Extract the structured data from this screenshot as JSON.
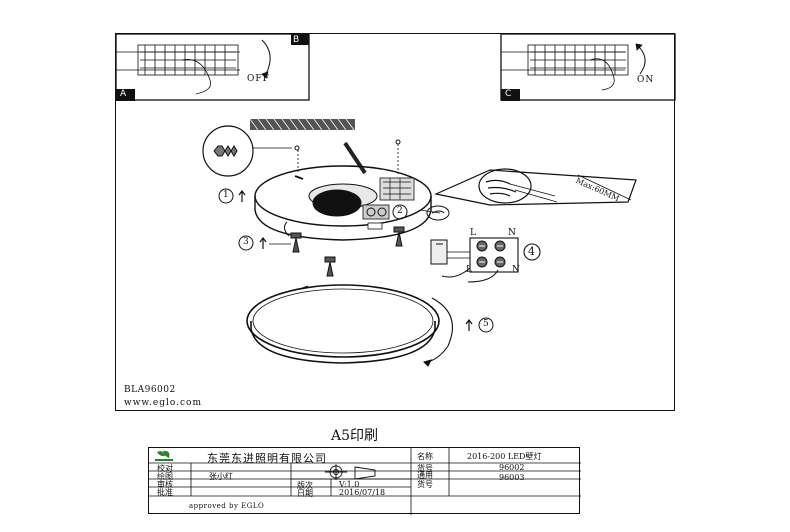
{
  "labels": {
    "panel_b": "B",
    "panel_a": "A",
    "panel_c": "C",
    "off": "OFF",
    "on": "ON",
    "max_length": "Max:60MM",
    "step1": "1",
    "step2": "2",
    "step3": "3",
    "step4": "4",
    "step5": "5",
    "terminal_l_top": "L",
    "terminal_n_top": "N",
    "terminal_l_bottom": "L",
    "terminal_n_bottom": "N"
  },
  "footer": {
    "model": "BLA96002",
    "website": "www.eglo.com"
  },
  "print_size": "A5印刷",
  "title_block": {
    "company": "东莞东进照明有限公司",
    "name_label": "名称",
    "name_value": "2016-200 LED壁灯",
    "part_no_label": "货号",
    "part_no_value": "96002",
    "general_label": "通用\n货号",
    "general_value": "96003",
    "check_label": "校对",
    "draw_label": "绘图",
    "draw_value": "张小红",
    "review_label": "审核",
    "approve_label": "批准",
    "version_label": "版次",
    "version_value": "V:1.0",
    "date_label": "日期",
    "date_value": "2016/07/18",
    "approved_by": "approved by EGLO"
  }
}
